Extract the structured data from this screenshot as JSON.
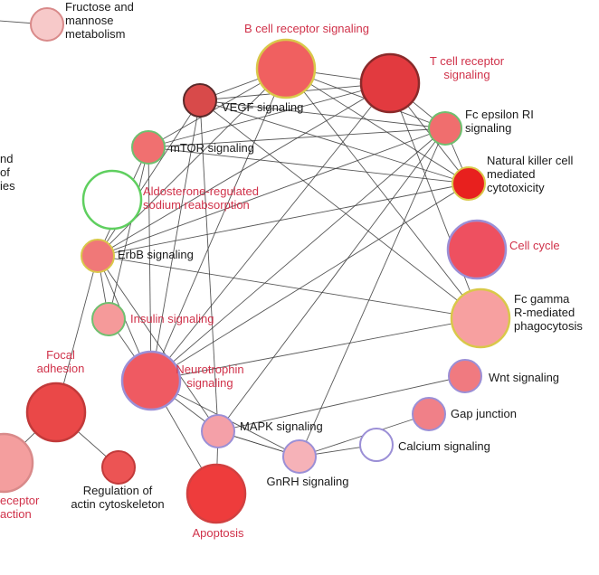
{
  "colors": {
    "edge": "#3a3a3a",
    "label_default": "#1a1a1a",
    "label_highlight": "#d0324a",
    "border_yellow": "#d9c84a",
    "border_green": "#6fbf6f",
    "border_purple": "#9b8fd6",
    "border_dark": "#7a2a2a"
  },
  "nodes": [
    {
      "id": "fructose",
      "label_lines": [
        "Fructose and",
        "mannose",
        "metabolism"
      ],
      "fill": "#f7c9c9",
      "border": "#d98a8a",
      "highlight": false
    },
    {
      "id": "bcr",
      "label_lines": [
        "B cell receptor signaling"
      ],
      "fill": "#f06060",
      "border": "#d9c84a",
      "highlight": true
    },
    {
      "id": "tcr",
      "label_lines": [
        "T cell receptor",
        "signaling"
      ],
      "fill": "#e23a3f",
      "border": "#8a2a2a",
      "highlight": true
    },
    {
      "id": "vegf",
      "label_lines": [
        "VEGF signaling"
      ],
      "fill": "#d84a4a",
      "border": "#5a2a2a",
      "highlight": false
    },
    {
      "id": "fceri",
      "label_lines": [
        "Fc epsilon RI",
        "signaling"
      ],
      "fill": "#f06e6e",
      "border": "#6fbf6f",
      "highlight": false
    },
    {
      "id": "mtor",
      "label_lines": [
        "mTOR signaling"
      ],
      "fill": "#f07070",
      "border": "#6fbf6f",
      "highlight": false
    },
    {
      "id": "nk",
      "label_lines": [
        "Natural killer cell",
        "mediated",
        "cytotoxicity"
      ],
      "fill": "#e8201e",
      "border": "#d9c84a",
      "highlight": false
    },
    {
      "id": "aldo",
      "label_lines": [
        "Aldosterone-regulated",
        "sodium reabsorption"
      ],
      "fill": "#ffffff",
      "border": "#5fcf5f",
      "highlight": true
    },
    {
      "id": "erbb",
      "label_lines": [
        "ErbB signaling"
      ],
      "fill": "#f07878",
      "border": "#d9c84a",
      "highlight": false
    },
    {
      "id": "cellcycle",
      "label_lines": [
        "Cell cycle"
      ],
      "fill": "#ee5060",
      "border": "#9b8fd6",
      "highlight": true
    },
    {
      "id": "insulin",
      "label_lines": [
        "Insulin signaling"
      ],
      "fill": "#f59a9a",
      "border": "#6fbf6f",
      "highlight": true
    },
    {
      "id": "fcgamma",
      "label_lines": [
        "Fc gamma",
        "R-mediated",
        "phagocytosis"
      ],
      "fill": "#f7a0a0",
      "border": "#d9c84a",
      "highlight": false
    },
    {
      "id": "neuro",
      "label_lines": [
        "Neurotrophin",
        "signaling"
      ],
      "fill": "#ef5a62",
      "border": "#9b8fd6",
      "highlight": true
    },
    {
      "id": "wnt",
      "label_lines": [
        "Wnt signaling"
      ],
      "fill": "#f07a80",
      "border": "#9b8fd6",
      "highlight": false
    },
    {
      "id": "gap",
      "label_lines": [
        "Gap junction"
      ],
      "fill": "#f08088",
      "border": "#9b8fd6",
      "highlight": false
    },
    {
      "id": "mapk",
      "label_lines": [
        "MAPK signaling"
      ],
      "fill": "#f4a0a8",
      "border": "#9b8fd6",
      "highlight": false
    },
    {
      "id": "calcium",
      "label_lines": [
        "Calcium signaling"
      ],
      "fill": "#ffffff",
      "border": "#9b8fd6",
      "highlight": false
    },
    {
      "id": "gnrh",
      "label_lines": [
        "GnRH signaling"
      ],
      "fill": "#f6b2b8",
      "border": "#9b8fd6",
      "highlight": false
    },
    {
      "id": "focal",
      "label_lines": [
        "Focal",
        "adhesion"
      ],
      "fill": "#ea4848",
      "border": "#c23a3a",
      "highlight": true
    },
    {
      "id": "apoptosis",
      "label_lines": [
        "Apoptosis"
      ],
      "fill": "#ee3c3c",
      "border": "#d14040",
      "highlight": true
    },
    {
      "id": "regactin",
      "label_lines": [
        "Regulation of",
        "actin cytoskeleton"
      ],
      "fill": "#ec5454",
      "border": "#c23a3a",
      "highlight": false
    },
    {
      "id": "ecmreceptor",
      "label_lines": [
        "eceptor",
        "action"
      ],
      "fill": "#f49e9e",
      "border": "#d98a8a",
      "highlight": true
    },
    {
      "id": "offleft",
      "label_lines": [
        "nd",
        "of",
        "ies"
      ],
      "fill": "none",
      "border": "none",
      "highlight": false
    }
  ],
  "edges": [
    [
      "bcr",
      "vegf"
    ],
    [
      "bcr",
      "tcr"
    ],
    [
      "bcr",
      "fceri"
    ],
    [
      "bcr",
      "nk"
    ],
    [
      "bcr",
      "erbb"
    ],
    [
      "bcr",
      "neuro"
    ],
    [
      "bcr",
      "mtor"
    ],
    [
      "bcr",
      "fcgamma"
    ],
    [
      "tcr",
      "vegf"
    ],
    [
      "tcr",
      "fceri"
    ],
    [
      "tcr",
      "nk"
    ],
    [
      "tcr",
      "erbb"
    ],
    [
      "tcr",
      "neuro"
    ],
    [
      "tcr",
      "mtor"
    ],
    [
      "vegf",
      "fceri"
    ],
    [
      "vegf",
      "nk"
    ],
    [
      "vegf",
      "neuro"
    ],
    [
      "vegf",
      "fcgamma"
    ],
    [
      "vegf",
      "mapk"
    ],
    [
      "vegf",
      "erbb"
    ],
    [
      "fceri",
      "nk"
    ],
    [
      "fceri",
      "mtor"
    ],
    [
      "fceri",
      "erbb"
    ],
    [
      "fceri",
      "neuro"
    ],
    [
      "fceri",
      "gnrh"
    ],
    [
      "fceri",
      "mapk"
    ],
    [
      "mtor",
      "nk"
    ],
    [
      "mtor",
      "erbb"
    ],
    [
      "mtor",
      "neuro"
    ],
    [
      "mtor",
      "insulin"
    ],
    [
      "nk",
      "erbb"
    ],
    [
      "nk",
      "neuro"
    ],
    [
      "erbb",
      "neuro"
    ],
    [
      "erbb",
      "insulin"
    ],
    [
      "erbb",
      "mapk"
    ],
    [
      "erbb",
      "focal"
    ],
    [
      "insulin",
      "neuro"
    ],
    [
      "fcgamma",
      "neuro"
    ],
    [
      "fcgamma",
      "erbb"
    ],
    [
      "fcgamma",
      "tcr"
    ],
    [
      "neuro",
      "mapk"
    ],
    [
      "neuro",
      "apoptosis"
    ],
    [
      "neuro",
      "gnrh"
    ],
    [
      "mapk",
      "wnt"
    ],
    [
      "mapk",
      "gnrh"
    ],
    [
      "mapk",
      "apoptosis"
    ],
    [
      "gnrh",
      "gap"
    ],
    [
      "gnrh",
      "calcium"
    ],
    [
      "gnrh",
      "mapk"
    ],
    [
      "focal",
      "regactin"
    ],
    [
      "focal",
      "ecmreceptor"
    ],
    [
      "fructose",
      "offleft"
    ]
  ]
}
